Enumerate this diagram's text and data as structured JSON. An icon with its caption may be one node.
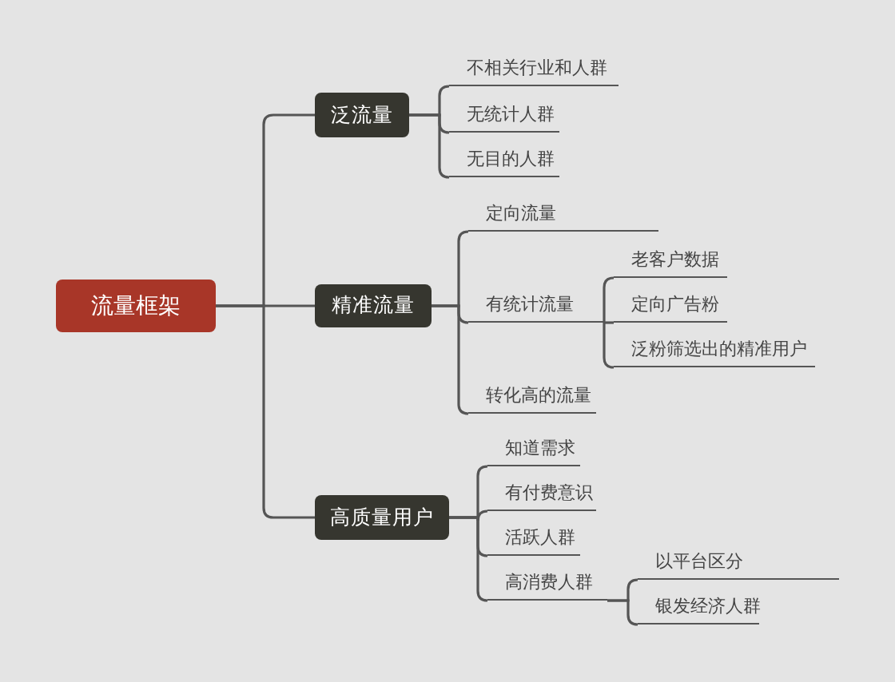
{
  "diagram": {
    "nodes": [
      {
        "text": [
          "流量框架"
        ]
      },
      {
        "text": [
          "泛流量"
        ]
      },
      {
        "text": [
          "不相关行业和人群"
        ]
      },
      {
        "text": [
          "无统计人群"
        ]
      },
      {
        "text": [
          "无目的人群"
        ]
      },
      {
        "text": [
          "精准流量"
        ]
      },
      {
        "text": [
          "定向流量"
        ]
      },
      {
        "text": [
          "有统计流量"
        ]
      },
      {
        "text": [
          "老客户数据"
        ]
      },
      {
        "text": [
          "定向广告粉"
        ]
      },
      {
        "text": [
          "泛粉筛选出的精准用户"
        ]
      },
      {
        "text": [
          "转化高的流量"
        ]
      },
      {
        "text": [
          "高质量用户"
        ]
      },
      {
        "text": [
          "知道需求"
        ]
      },
      {
        "text": [
          "有付费意识"
        ]
      },
      {
        "text": [
          "活跃人群"
        ]
      },
      {
        "text": [
          "高消费人群"
        ]
      },
      {
        "text": [
          "以平台区分"
        ]
      },
      {
        "text": [
          "银发经济人群"
        ]
      }
    ],
    "edges": [
      {
        "from": 0,
        "to": 1,
        "arrow": "none"
      },
      {
        "from": 0,
        "to": 5,
        "arrow": "none"
      },
      {
        "from": 0,
        "to": 12,
        "arrow": "none"
      },
      {
        "from": 1,
        "to": 2,
        "arrow": "none"
      },
      {
        "from": 1,
        "to": 3,
        "arrow": "none"
      },
      {
        "from": 1,
        "to": 4,
        "arrow": "none"
      },
      {
        "from": 5,
        "to": 6,
        "arrow": "none"
      },
      {
        "from": 5,
        "to": 7,
        "arrow": "none"
      },
      {
        "from": 5,
        "to": 11,
        "arrow": "none"
      },
      {
        "from": 7,
        "to": 8,
        "arrow": "none"
      },
      {
        "from": 7,
        "to": 9,
        "arrow": "none"
      },
      {
        "from": 7,
        "to": 10,
        "arrow": "none"
      },
      {
        "from": 12,
        "to": 13,
        "arrow": "none"
      },
      {
        "from": 12,
        "to": 14,
        "arrow": "none"
      },
      {
        "from": 12,
        "to": 15,
        "arrow": "none"
      },
      {
        "from": 12,
        "to": 16,
        "arrow": "none"
      },
      {
        "from": 16,
        "to": 17,
        "arrow": "none"
      },
      {
        "from": 16,
        "to": 18,
        "arrow": "none"
      }
    ]
  }
}
